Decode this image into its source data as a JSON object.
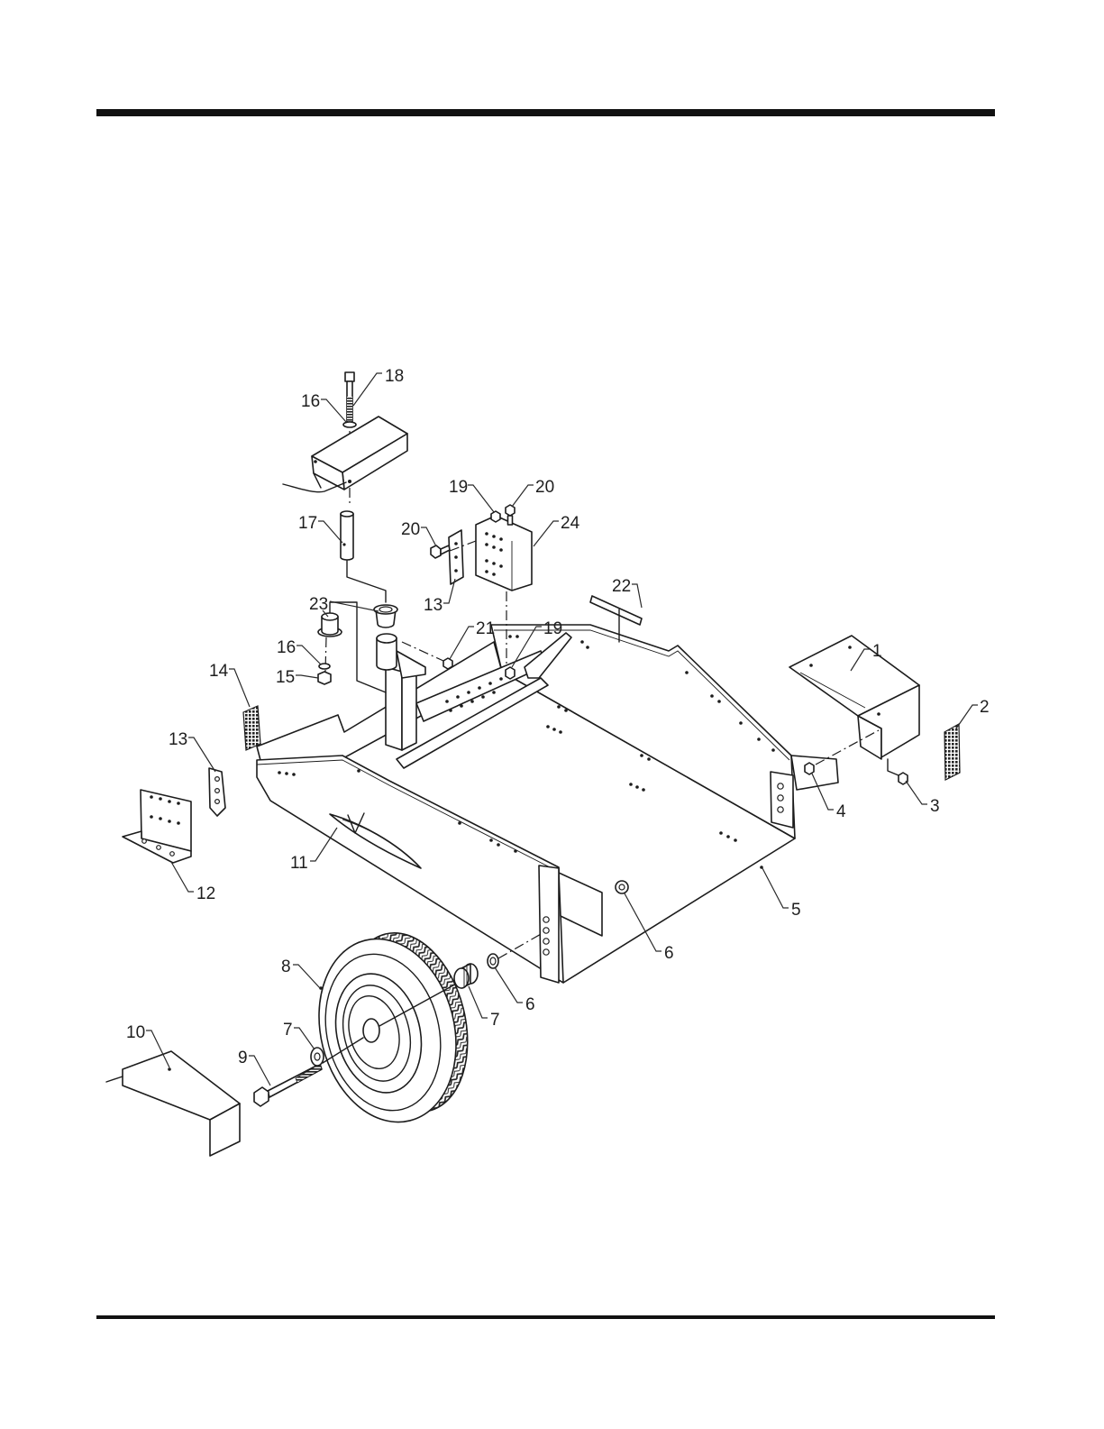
{
  "callouts": [
    "18",
    "16",
    "19",
    "20",
    "24",
    "20",
    "17",
    "13",
    "22",
    "23",
    "21",
    "19",
    "1",
    "16",
    "15",
    "14",
    "2",
    "13",
    "4",
    "3",
    "11",
    "12",
    "5",
    "6",
    "8",
    "6",
    "7",
    "10",
    "7",
    "9"
  ]
}
